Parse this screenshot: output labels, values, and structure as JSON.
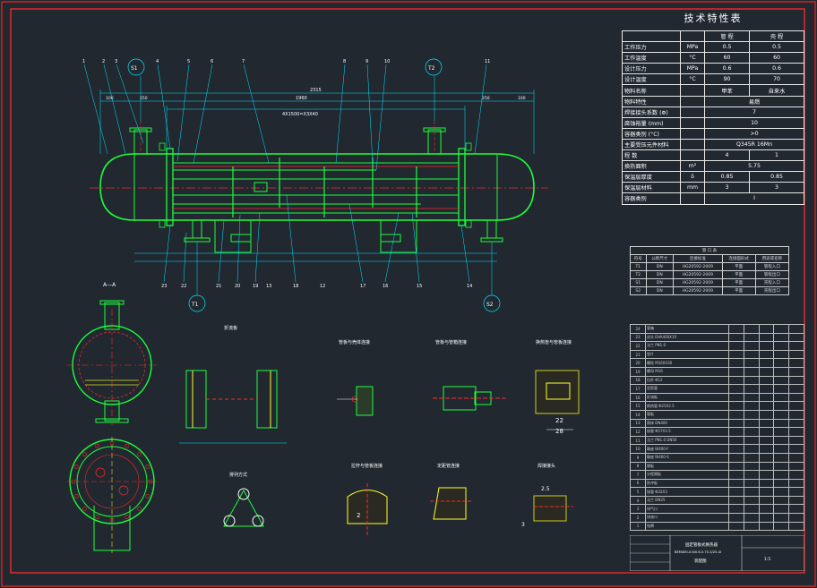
{
  "drawing": {
    "spec_title": "技术特性表",
    "spec_headers": [
      "",
      "",
      "管 程",
      "壳 程"
    ],
    "spec_rows": [
      {
        "label": "工作压力",
        "unit": "MPa",
        "tube": "0.5",
        "shell": "0.5"
      },
      {
        "label": "工作温度",
        "unit": "°C",
        "tube": "60",
        "shell": "60"
      },
      {
        "label": "设计压力",
        "unit": "MPa",
        "tube": "0.6",
        "shell": "0.6"
      },
      {
        "label": "设计温度",
        "unit": "°C",
        "tube": "90",
        "shell": "70"
      },
      {
        "label": "物料名称",
        "unit": "",
        "tube": "甲苯",
        "shell": "自来水"
      },
      {
        "label": "物料特性",
        "unit": "",
        "merged": "易燃"
      },
      {
        "label": "焊接接头系数 (Φ)",
        "unit": "",
        "merged": "7"
      },
      {
        "label": "腐蚀裕量 (mm)",
        "unit": "",
        "merged": "10"
      },
      {
        "label": "容器类别 (°C)",
        "unit": "",
        "merged": ">0"
      },
      {
        "label": "主要受压元件材料",
        "unit": "",
        "merged": "Q345R 16Mn"
      },
      {
        "label": "程 数",
        "unit": "",
        "tube": "4",
        "shell": "1"
      },
      {
        "label": "换热面积",
        "unit": "m²",
        "merged": "5.75"
      },
      {
        "label": "保温层厚度",
        "unit": "δ",
        "tube": "0.85",
        "shell": "0.85"
      },
      {
        "label": "保温层材料",
        "unit": "mm",
        "tube": "3",
        "shell": "3"
      },
      {
        "label": "容器类别",
        "unit": "",
        "merged": "I"
      }
    ],
    "nozzle_title": "管 口 表",
    "nozzle_headers": [
      "符号",
      "公称尺寸",
      "连接标准",
      "连接面形式",
      "用途或名称"
    ],
    "nozzle_rows": [
      [
        "T1",
        "DN",
        "HG20592-2009",
        "平面",
        "管程入口"
      ],
      [
        "T2",
        "DN",
        "HG20592-2009",
        "平面",
        "管程出口"
      ],
      [
        "S1",
        "DN",
        "HG20592-2009",
        "平面",
        "壳程入口"
      ],
      [
        "S2",
        "DN",
        "HG20592-2009",
        "平面",
        "壳程出口"
      ]
    ],
    "parts_rows": [
      [
        "24",
        "管箱"
      ],
      [
        "23",
        "封头 EHA400X10"
      ],
      [
        "22",
        "法兰 PN1.0"
      ],
      [
        "21",
        "垫片"
      ],
      [
        "20",
        "螺栓 M16X100"
      ],
      [
        "19",
        "螺母 M16"
      ],
      [
        "18",
        "拉杆 Φ12"
      ],
      [
        "17",
        "定距管"
      ],
      [
        "16",
        "折流板"
      ],
      [
        "15",
        "换热管 Φ25X2.5"
      ],
      [
        "14",
        "管板"
      ],
      [
        "13",
        "筒体 DN400"
      ],
      [
        "12",
        "接管 Φ57X3.5"
      ],
      [
        "11",
        "法兰 PN1.0 DN50"
      ],
      [
        "10",
        "鞍座 BI400-F"
      ],
      [
        "9",
        "鞍座 BI400-S"
      ],
      [
        "8",
        "隔板"
      ],
      [
        "7",
        "分程隔板"
      ],
      [
        "6",
        "防冲板"
      ],
      [
        "5",
        "接管 Φ32X3"
      ],
      [
        "4",
        "法兰 DN25"
      ],
      [
        "3",
        "排气口"
      ],
      [
        "2",
        "排液口"
      ],
      [
        "1",
        "铭牌"
      ]
    ],
    "title_block": {
      "title": "固定管板式换热器",
      "subtitle": "BEM400-0.6/0.6-5.75-3/25-4I",
      "sheet": "装配图",
      "drawing_no": "1:5"
    },
    "callouts": {
      "S1": "S1",
      "S2": "S2",
      "T1": "T1",
      "T2": "T2",
      "section_AA": "A—A",
      "top_numbers": [
        "1",
        "2",
        "3",
        "4",
        "5",
        "6",
        "7",
        "8",
        "9",
        "10",
        "11"
      ],
      "bottom_numbers": [
        "23",
        "22",
        "21",
        "20",
        "19",
        "18",
        "17",
        "16",
        "15",
        "14",
        "13",
        "12"
      ]
    },
    "dimensions": {
      "overall": "2315",
      "tube_len": "1960",
      "baffle": "4X1500=X3X40",
      "left_a": "100",
      "left_b": "250",
      "right_a": "100",
      "right_b": "250"
    },
    "detail_labels": {
      "detail1": "折流板",
      "detail2": "管板与壳体连接",
      "detail3": "管板与管箱连接",
      "detail4": "换热管与管板连接",
      "detail5": "排列方式",
      "detail6": "拉杆与管板连接",
      "detail7": "定距管连接",
      "detail8": "焊接接头",
      "dim_22": "22",
      "dim_28": "28",
      "dim_2": "2",
      "dim_25": "2.5",
      "dim_3": "3"
    },
    "colors": {
      "background": "#212830",
      "outline_green": "#1dff3b",
      "leader_cyan": "#00e5ff",
      "center_red": "#ff2a2a",
      "frame_red": "#ff2020"
    }
  }
}
